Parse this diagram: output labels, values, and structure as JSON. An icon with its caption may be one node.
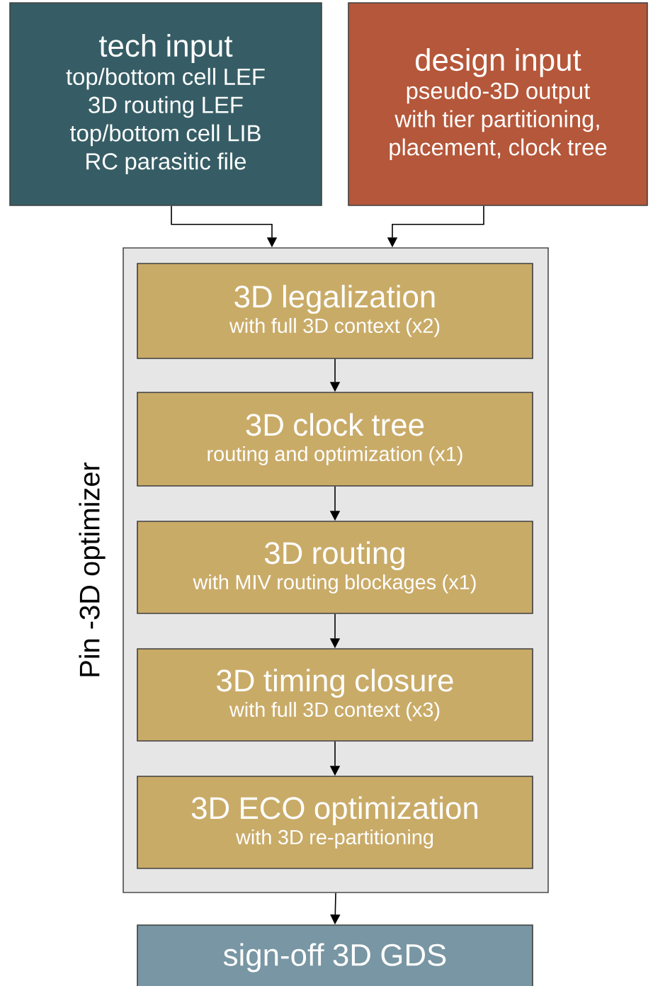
{
  "diagram": {
    "nodes": [
      {
        "text": [
          "tech input",
          "top/bottom cell LEF",
          "3D routing LEF",
          "top/bottom cell LIB",
          "RC parasitic file"
        ]
      },
      {
        "text": [
          "design input",
          "pseudo-3D output with tier partitioning, placement, clock tree"
        ]
      },
      {
        "text": [
          "Pin -3D optimizer"
        ]
      },
      {
        "text": [
          "3D legalization",
          "with full 3D context (x2)"
        ],
        "in": 2
      },
      {
        "text": [
          "3D clock tree",
          "routing and optimization (x1)"
        ],
        "in": 2
      },
      {
        "text": [
          "3D routing",
          "with MIV routing blockages (x1)"
        ],
        "in": 2
      },
      {
        "text": [
          "3D timing closure",
          "with full 3D context (x3)"
        ],
        "in": 2
      },
      {
        "text": [
          "3D ECO optimization",
          "with 3D re-partitioning"
        ],
        "in": 2
      },
      {
        "text": [
          "sign-off 3D GDS"
        ]
      }
    ],
    "edges": [
      {
        "from": 0,
        "to": 2,
        "arrow": "to"
      },
      {
        "from": 1,
        "to": 2,
        "arrow": "to"
      },
      {
        "from": 3,
        "to": 4,
        "arrow": "to"
      },
      {
        "from": 4,
        "to": 5,
        "arrow": "to"
      },
      {
        "from": 5,
        "to": 6,
        "arrow": "to"
      },
      {
        "from": 6,
        "to": 7,
        "arrow": "to"
      },
      {
        "from": 2,
        "to": 8,
        "arrow": "to"
      }
    ]
  }
}
